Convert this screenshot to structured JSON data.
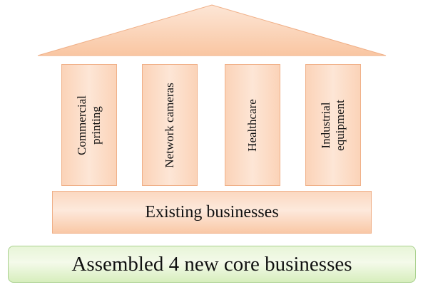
{
  "pillars": [
    {
      "label": "Commercial\nprinting"
    },
    {
      "label": "Network cameras"
    },
    {
      "label": "Healthcare"
    },
    {
      "label": "Industrial\nequipment"
    }
  ],
  "base": {
    "label": "Existing businesses"
  },
  "foundation": {
    "label": "Assembled 4 new core businesses"
  },
  "colors": {
    "roof_fill": "#fbd3b8",
    "pillar_fill": "#fbd3b8",
    "border_orange": "#f0b088",
    "foundation_fill": "#e8f5d8",
    "border_green": "#a9d18e"
  }
}
